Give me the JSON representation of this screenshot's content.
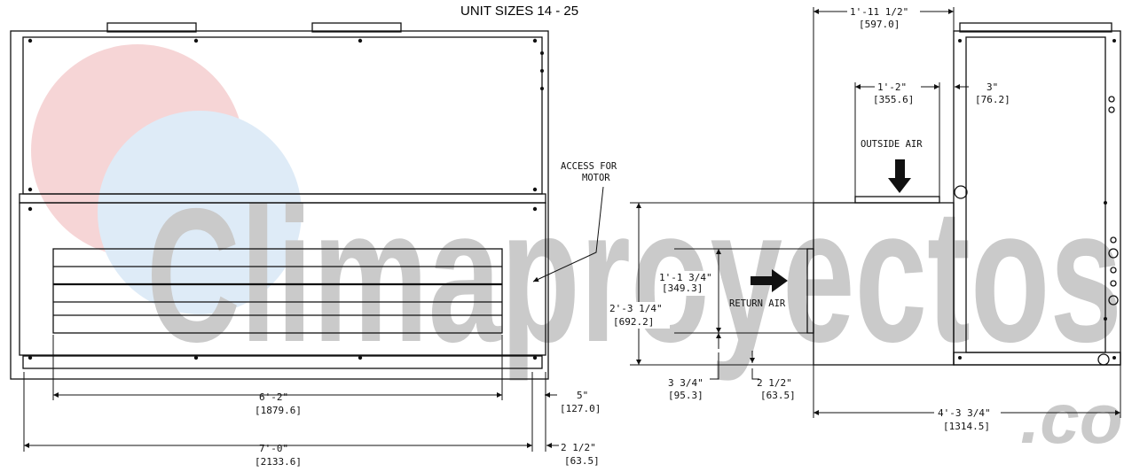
{
  "title": "UNIT SIZES 14 - 25",
  "watermark": {
    "text": "Climaproyectos",
    "suffix": ".co",
    "color": "#9aa0a6",
    "accent": "#d9454a"
  },
  "labels": {
    "access_line1": "ACCESS FOR",
    "access_line2": "MOTOR",
    "outside_air": "OUTSIDE AIR",
    "return_air": "RETURN AIR"
  },
  "dimensions": {
    "front_grille_width": {
      "ft": "6'-2\"",
      "mm": "[1879.6]"
    },
    "front_total_width": {
      "ft": "7'-0\"",
      "mm": "[2133.6]"
    },
    "front_right_gap": {
      "ft": "5\"",
      "mm": "[127.0]"
    },
    "front_right_margin": {
      "ft": "2 1/2\"",
      "mm": "[63.5]"
    },
    "side_top_width": {
      "ft": "1'-11 1/2\"",
      "mm": "[597.0]"
    },
    "side_outside_air_width": {
      "ft": "1'-2\"",
      "mm": "[355.6]"
    },
    "side_outside_air_offset": {
      "ft": "3\"",
      "mm": "[76.2]"
    },
    "side_return_height": {
      "ft": "1'-1 3/4\"",
      "mm": "[349.3]"
    },
    "side_total_height": {
      "ft": "2'-3 1/4\"",
      "mm": "[692.2]"
    },
    "side_bottom_offset": {
      "ft": "3 3/4\"",
      "mm": "[95.3]"
    },
    "side_bottom_gap": {
      "ft": "2 1/2\"",
      "mm": "[63.5]"
    },
    "side_total_width": {
      "ft": "4'-3 3/4\"",
      "mm": "[1314.5]"
    }
  }
}
